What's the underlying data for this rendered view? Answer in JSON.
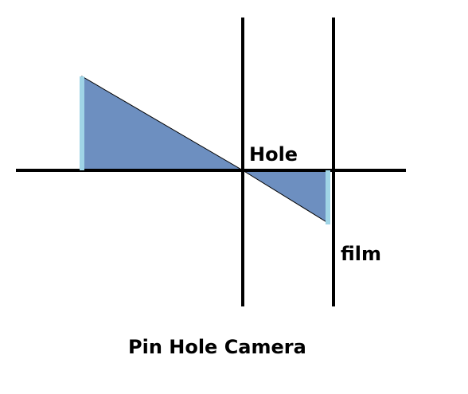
{
  "labels": {
    "hole": "Hole",
    "film": "film",
    "caption": "Pin Hole Camera"
  },
  "colors": {
    "background": "#ffffff",
    "line": "#000000",
    "triangle_fill": "#6d8fc0",
    "object_and_image": "#9fd4e6"
  }
}
